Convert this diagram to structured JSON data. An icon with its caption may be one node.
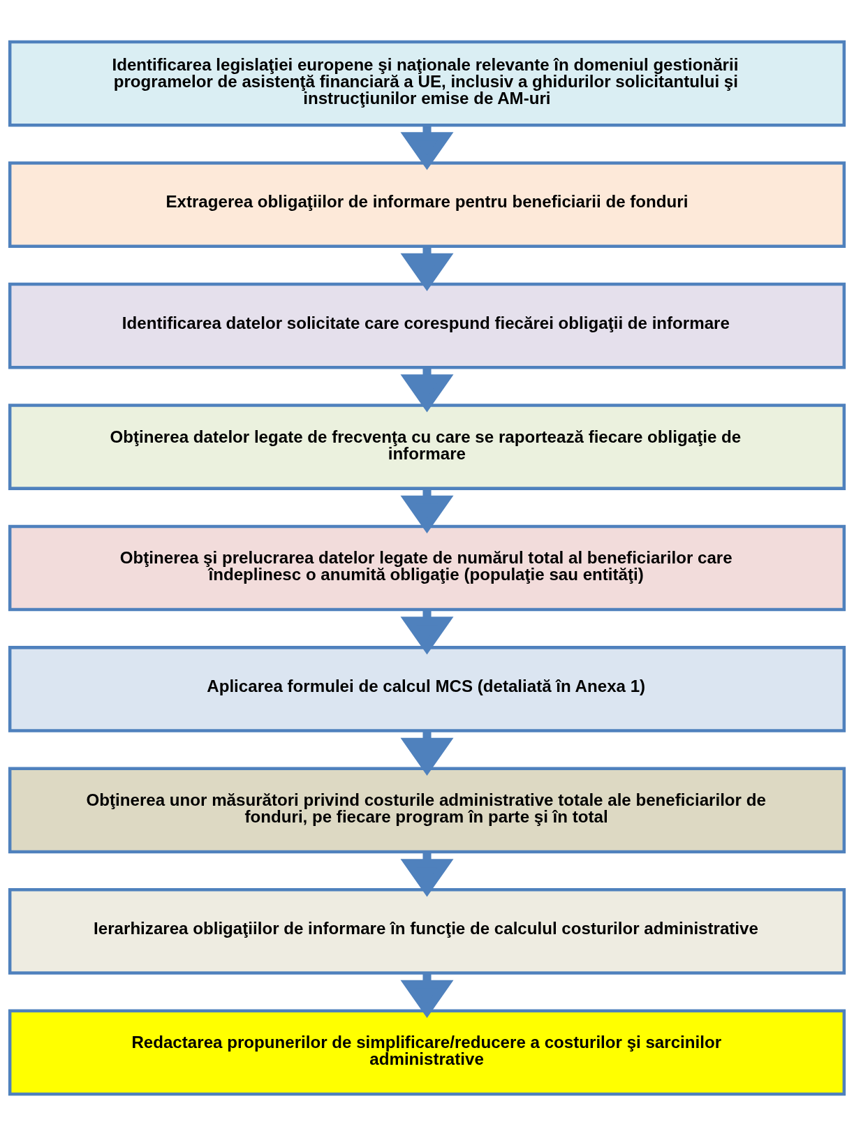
{
  "diagram": {
    "nodes": [
      {
        "text": [
          "Identificarea legislaţiei europene şi naţionale relevante în domeniul gestionării programelor de asistenţă financiară a UE, inclusiv a ghidurilor solicitantului şi instrucţiunilor emise de AM-uri"
        ]
      },
      {
        "text": [
          "Extragerea obligaţiilor de informare pentru beneficiarii de fonduri"
        ]
      },
      {
        "text": [
          "Identificarea datelor solicitate care corespund fiecărei obligaţii de informare"
        ]
      },
      {
        "text": [
          "Obţinerea datelor legate de frecvenţa cu care se raportează fiecare obligaţie de informare"
        ]
      },
      {
        "text": [
          "Obţinerea şi prelucrarea datelor legate de numărul total al beneficiarilor care îndeplinesc o anumită obligaţie (populaţie sau entităţi)"
        ]
      },
      {
        "text": [
          "Aplicarea formulei de calcul MCS (detaliată în Anexa 1)"
        ]
      },
      {
        "text": [
          "Obţinerea unor măsurători privind costurile administrative totale ale beneficiarilor de fonduri, pe fiecare program în parte şi în total"
        ]
      },
      {
        "text": [
          "Ierarhizarea obligaţiilor de informare în funcţie de calculul costurilor administrative"
        ]
      },
      {
        "text": [
          "Redactarea propunerilor de simplificare/reducere a costurilor şi sarcinilor administrative"
        ]
      }
    ],
    "edges": [
      {
        "from": 0,
        "to": 1,
        "arrow": "to"
      },
      {
        "from": 1,
        "to": 2,
        "arrow": "to"
      },
      {
        "from": 2,
        "to": 3,
        "arrow": "to"
      },
      {
        "from": 3,
        "to": 4,
        "arrow": "to"
      },
      {
        "from": 4,
        "to": 5,
        "arrow": "to"
      },
      {
        "from": 5,
        "to": 6,
        "arrow": "to"
      },
      {
        "from": 6,
        "to": 7,
        "arrow": "to"
      },
      {
        "from": 7,
        "to": 8,
        "arrow": "to"
      }
    ]
  }
}
